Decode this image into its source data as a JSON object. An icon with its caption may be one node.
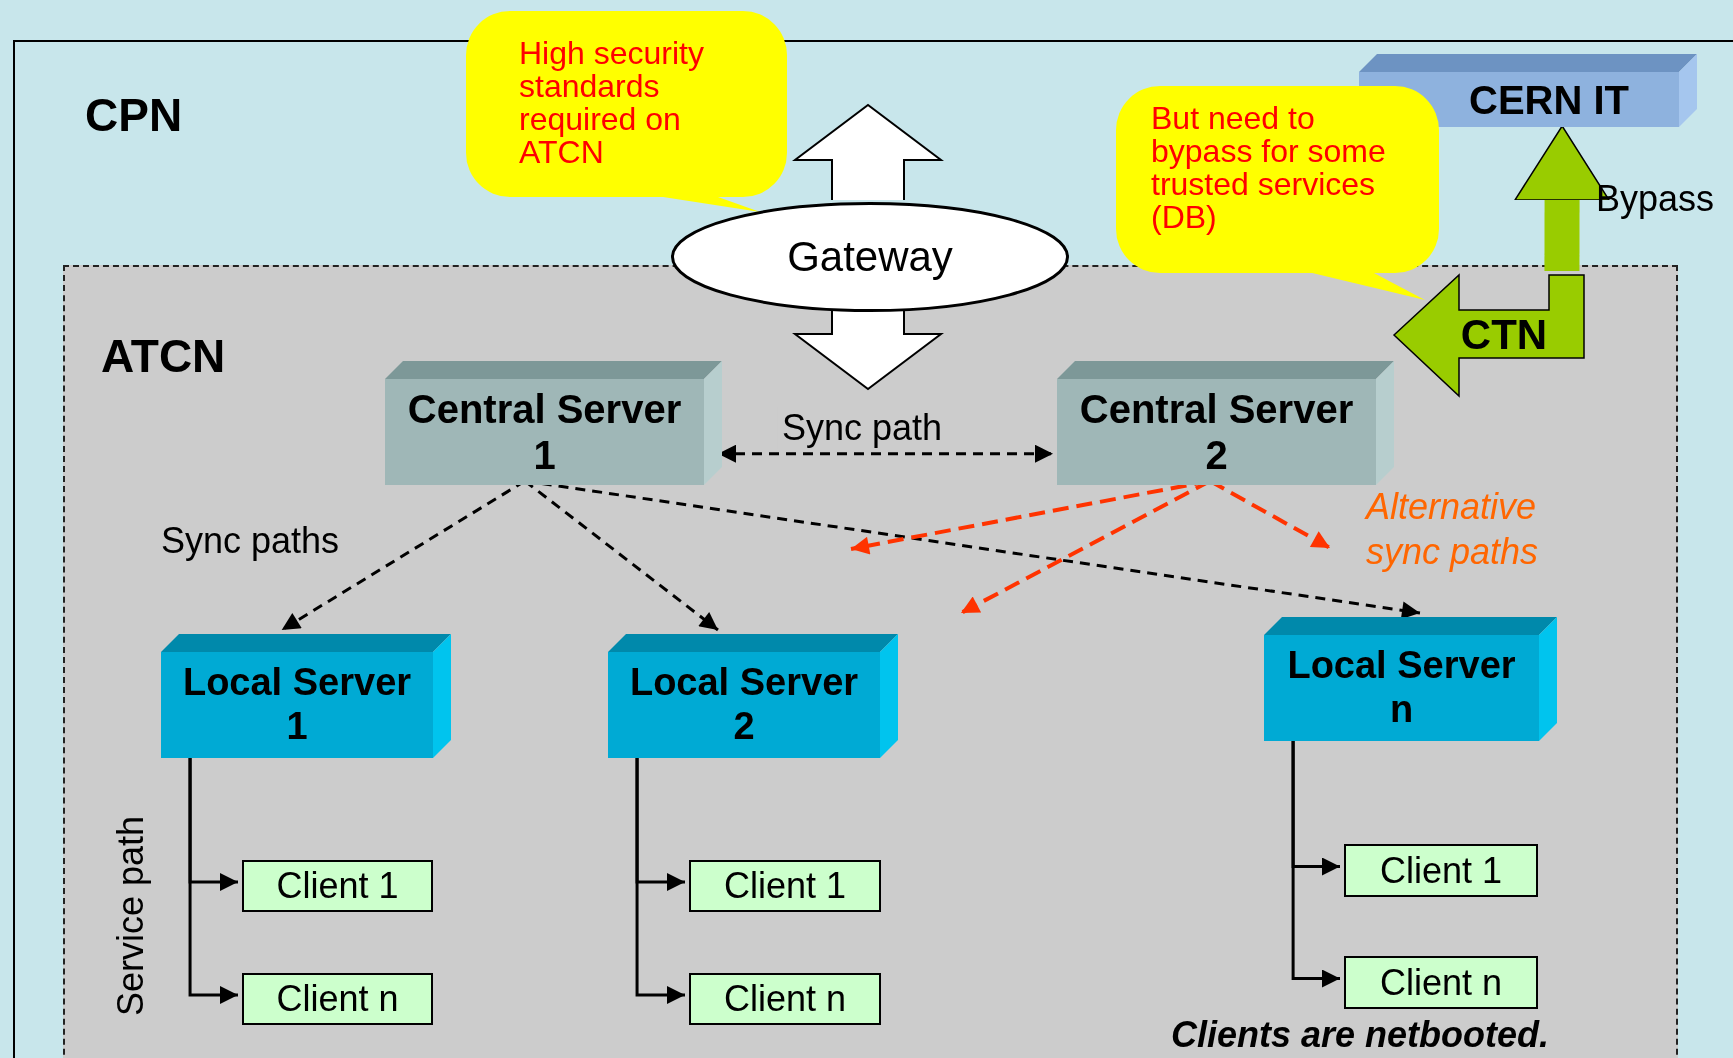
{
  "diagram": {
    "nodes": [
      {
        "text": [
          "CPN"
        ]
      },
      {
        "text": [
          "ATCN"
        ],
        "in": 0
      },
      {
        "text": [
          "High security standards required on ATCN"
        ]
      },
      {
        "text": [
          "Gateway"
        ],
        "in": 0
      },
      {
        "text": [
          "CERN IT"
        ],
        "in": 0
      },
      {
        "text": [
          "But need to bypass for some trusted services (DB)"
        ],
        "in": 0
      },
      {
        "text": [
          "CTN"
        ],
        "in": 1
      },
      {
        "text": [
          "Central Server 1"
        ],
        "in": 1
      },
      {
        "text": [
          "Central Server 2"
        ],
        "in": 1
      },
      {
        "text": [
          "Local Server 1"
        ],
        "in": 1
      },
      {
        "text": [
          "Local Server 2"
        ],
        "in": 1
      },
      {
        "text": [
          "Local Server n"
        ],
        "in": 1
      },
      {
        "text": [
          "Client 1"
        ],
        "in": 1
      },
      {
        "text": [
          "Client n"
        ],
        "in": 1
      },
      {
        "text": [
          "Client 1"
        ],
        "in": 1
      },
      {
        "text": [
          "Client n"
        ],
        "in": 1
      },
      {
        "text": [
          "Client 1"
        ],
        "in": 1
      },
      {
        "text": [
          "Client n"
        ],
        "in": 1
      }
    ],
    "edges": [
      {
        "from": 7,
        "to": 8,
        "arrow": "both",
        "label": "Sync path",
        "style": "dashed"
      },
      {
        "from": 7,
        "to": 9,
        "arrow": "to",
        "style": "dashed"
      },
      {
        "from": 7,
        "to": 10,
        "arrow": "to",
        "style": "dashed"
      },
      {
        "from": 7,
        "to": 11,
        "arrow": "to",
        "style": "dashed"
      },
      {
        "from": 8,
        "to": null,
        "arrow": "to",
        "style": "dashed",
        "color": "#ff3300"
      },
      {
        "from": 8,
        "to": null,
        "arrow": "to",
        "style": "dashed",
        "color": "#ff3300"
      },
      {
        "from": 8,
        "to": null,
        "arrow": "to",
        "style": "dashed",
        "color": "#ff3300"
      },
      {
        "from": 9,
        "to": 12,
        "arrow": "to"
      },
      {
        "from": 9,
        "to": 13,
        "arrow": "to"
      },
      {
        "from": 10,
        "to": 14,
        "arrow": "to"
      },
      {
        "from": 10,
        "to": 15,
        "arrow": "to"
      },
      {
        "from": 11,
        "to": 16,
        "arrow": "to"
      },
      {
        "from": 11,
        "to": 17,
        "arrow": "to"
      },
      {
        "from": 3,
        "to": null,
        "arrow": "to",
        "style": "thick"
      },
      {
        "from": 3,
        "to": null,
        "arrow": "to",
        "style": "thick"
      },
      {
        "from": 6,
        "to": 4,
        "arrow": "to",
        "label": "Bypass",
        "style": "thick",
        "color": "#99cc00"
      },
      {
        "from": 2,
        "to": 3,
        "arrow": "none",
        "color": "#ffff00"
      },
      {
        "from": 5,
        "to": 6,
        "arrow": "none",
        "color": "#ffff00"
      }
    ],
    "labels": [
      "Sync paths",
      "Alternative sync paths",
      "Service path",
      "Clients are netbooted."
    ]
  }
}
